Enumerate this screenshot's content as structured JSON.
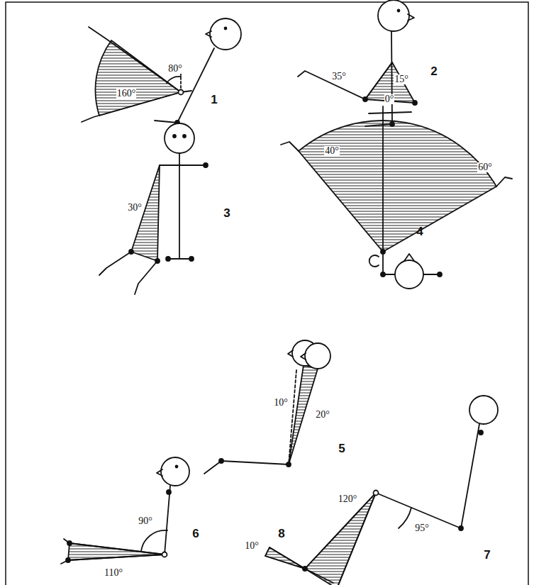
{
  "diagram": {
    "labels": [
      "80°",
      "160°",
      "1",
      "35°",
      "15°",
      "2",
      "30°",
      "3",
      "0°",
      "40°",
      "60°",
      "4",
      "10°",
      "20°",
      "5",
      "90°",
      "110°",
      "6",
      "120°",
      "95°",
      "7",
      "10°",
      "8"
    ]
  }
}
